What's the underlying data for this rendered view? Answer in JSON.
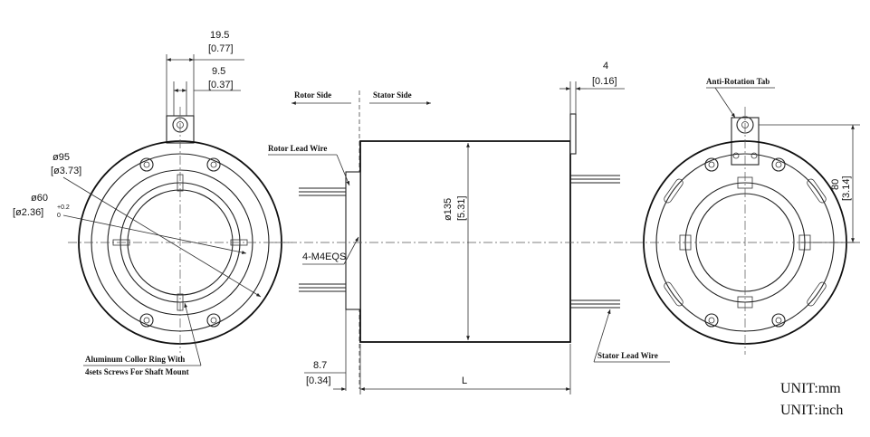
{
  "front_view": {
    "dim_collar_width_mm": "19.5",
    "dim_collar_width_in": "[0.77]",
    "dim_tab_width_mm": "9.5",
    "dim_tab_width_in": "[0.37]",
    "dim_outer_dia_mm": "ø95",
    "dim_outer_dia_in": "[ø3.73]",
    "dim_bore_mm": "ø60",
    "dim_bore_in": "[ø2.36]",
    "bore_tol_upper": "+0.2",
    "bore_tol_lower": "0",
    "collar_note_line1": "Aluminum Collor Ring With",
    "collar_note_line2": "4sets Screws For Shaft Mount"
  },
  "side_view": {
    "rotor_side_label": "Rotor Side",
    "stator_side_label": "Stator Side",
    "rotor_lead_wire_label": "Rotor Lead Wire",
    "hole_callout": "4-M4EQS",
    "dim_body_dia_mm": "ø135",
    "dim_body_dia_in": "[5.31]",
    "dim_tab_thk_mm": "4",
    "dim_tab_thk_in": "[0.16]",
    "dim_flange_mm": "8.7",
    "dim_flange_in": "[0.34]",
    "dim_length": "L",
    "stator_lead_wire_label": "Stator Lead Wire"
  },
  "rear_view": {
    "anti_rotation_label": "Anti-Rotation Tab",
    "dim_tab_height_mm": "80",
    "dim_tab_height_in": "[3.14]"
  },
  "units": {
    "mm": "UNIT:mm",
    "inch": "UNIT:inch"
  }
}
